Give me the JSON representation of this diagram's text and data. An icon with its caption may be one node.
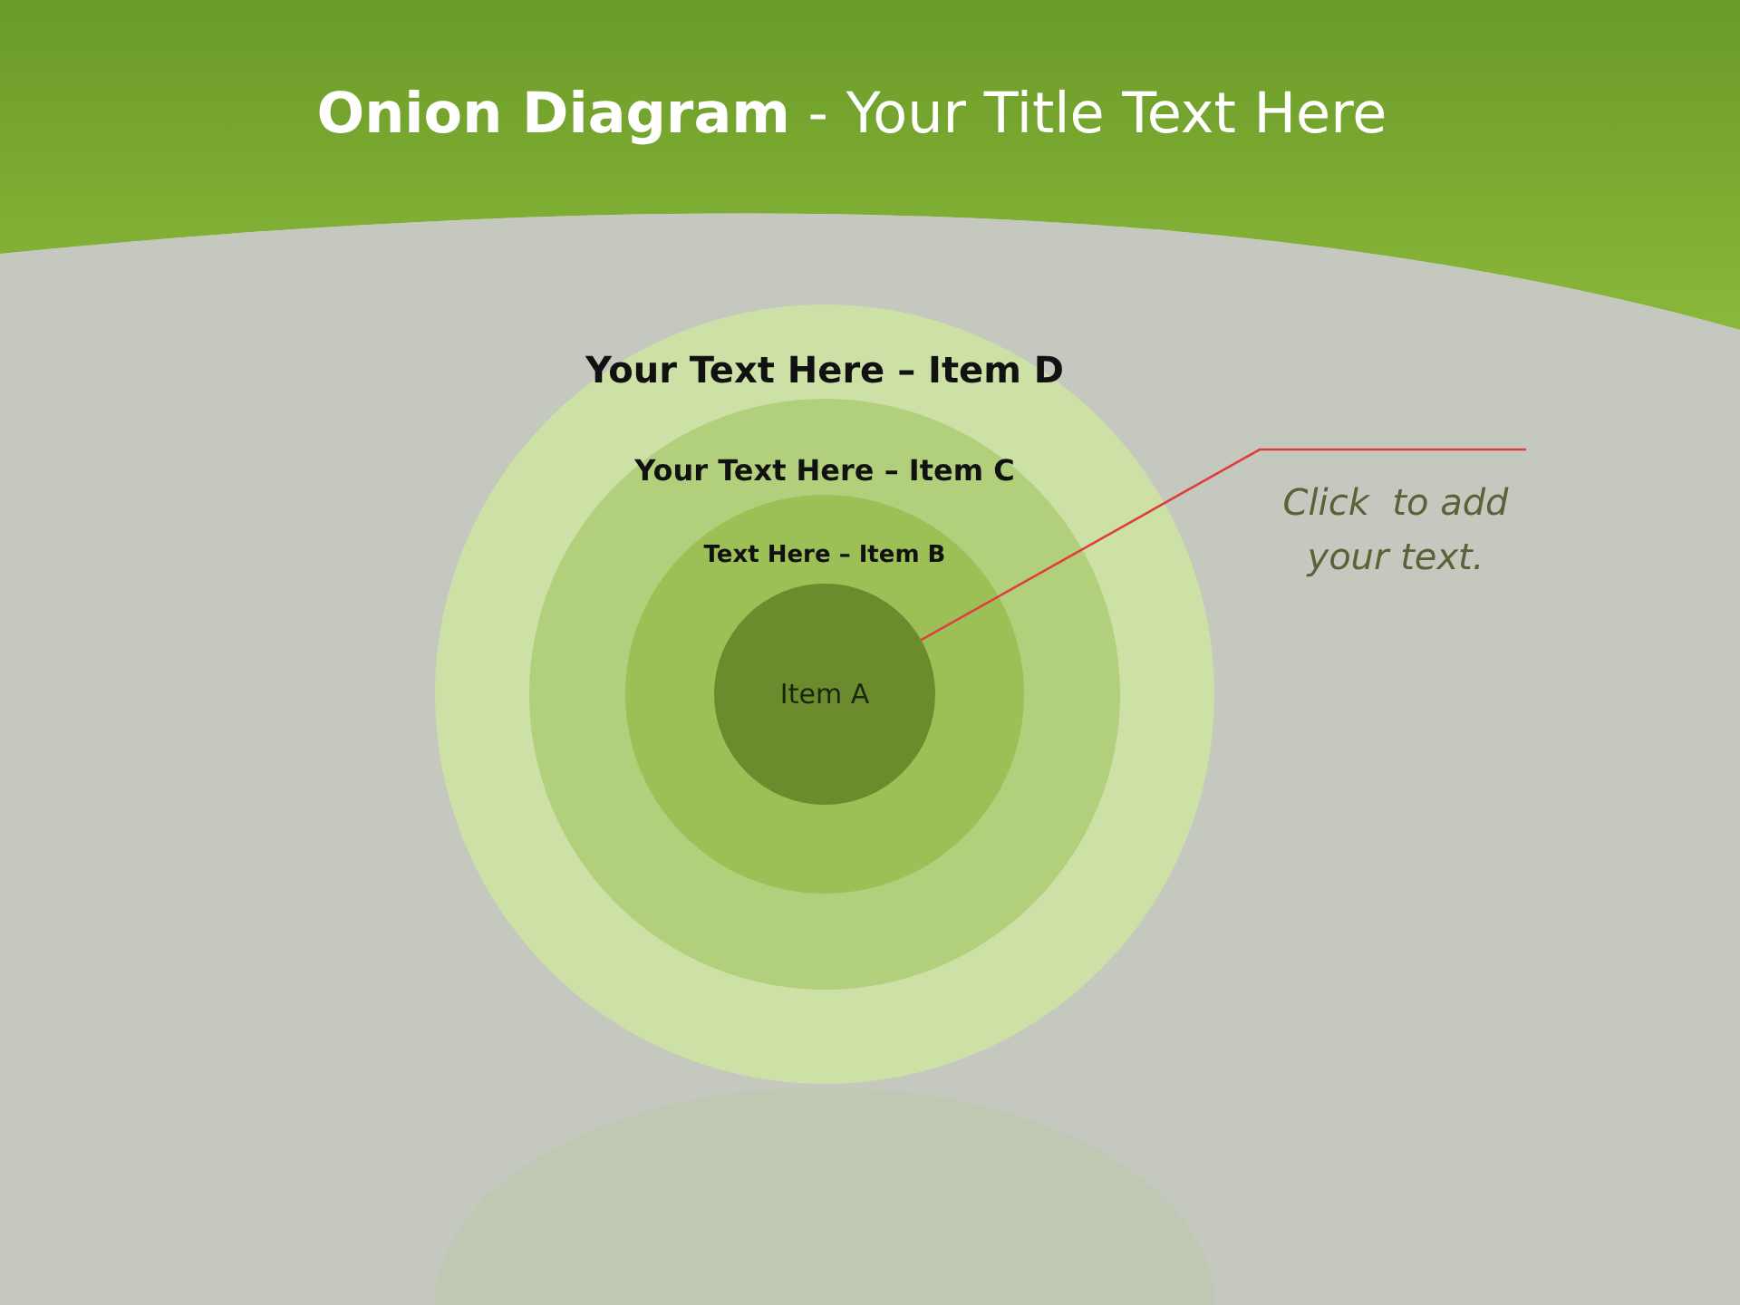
{
  "diagram": {
    "title": "**Onion Diagram** - Your Title Text Here",
    "nodes": [
      {
        "text": [
          "Your Text Here – Item D"
        ]
      },
      {
        "text": [
          "Your Text Here – Item C"
        ],
        "in": 0
      },
      {
        "text": [
          "Text Here – Item B"
        ],
        "in": 1
      },
      {
        "text": [
          "Item A"
        ],
        "in": 2
      },
      {
        "text": [
          "Click  to add your text."
        ]
      }
    ],
    "edges": [
      {
        "from": 4,
        "to": 3,
        "arrow": "none",
        "color": "#e03c3c"
      }
    ]
  }
}
